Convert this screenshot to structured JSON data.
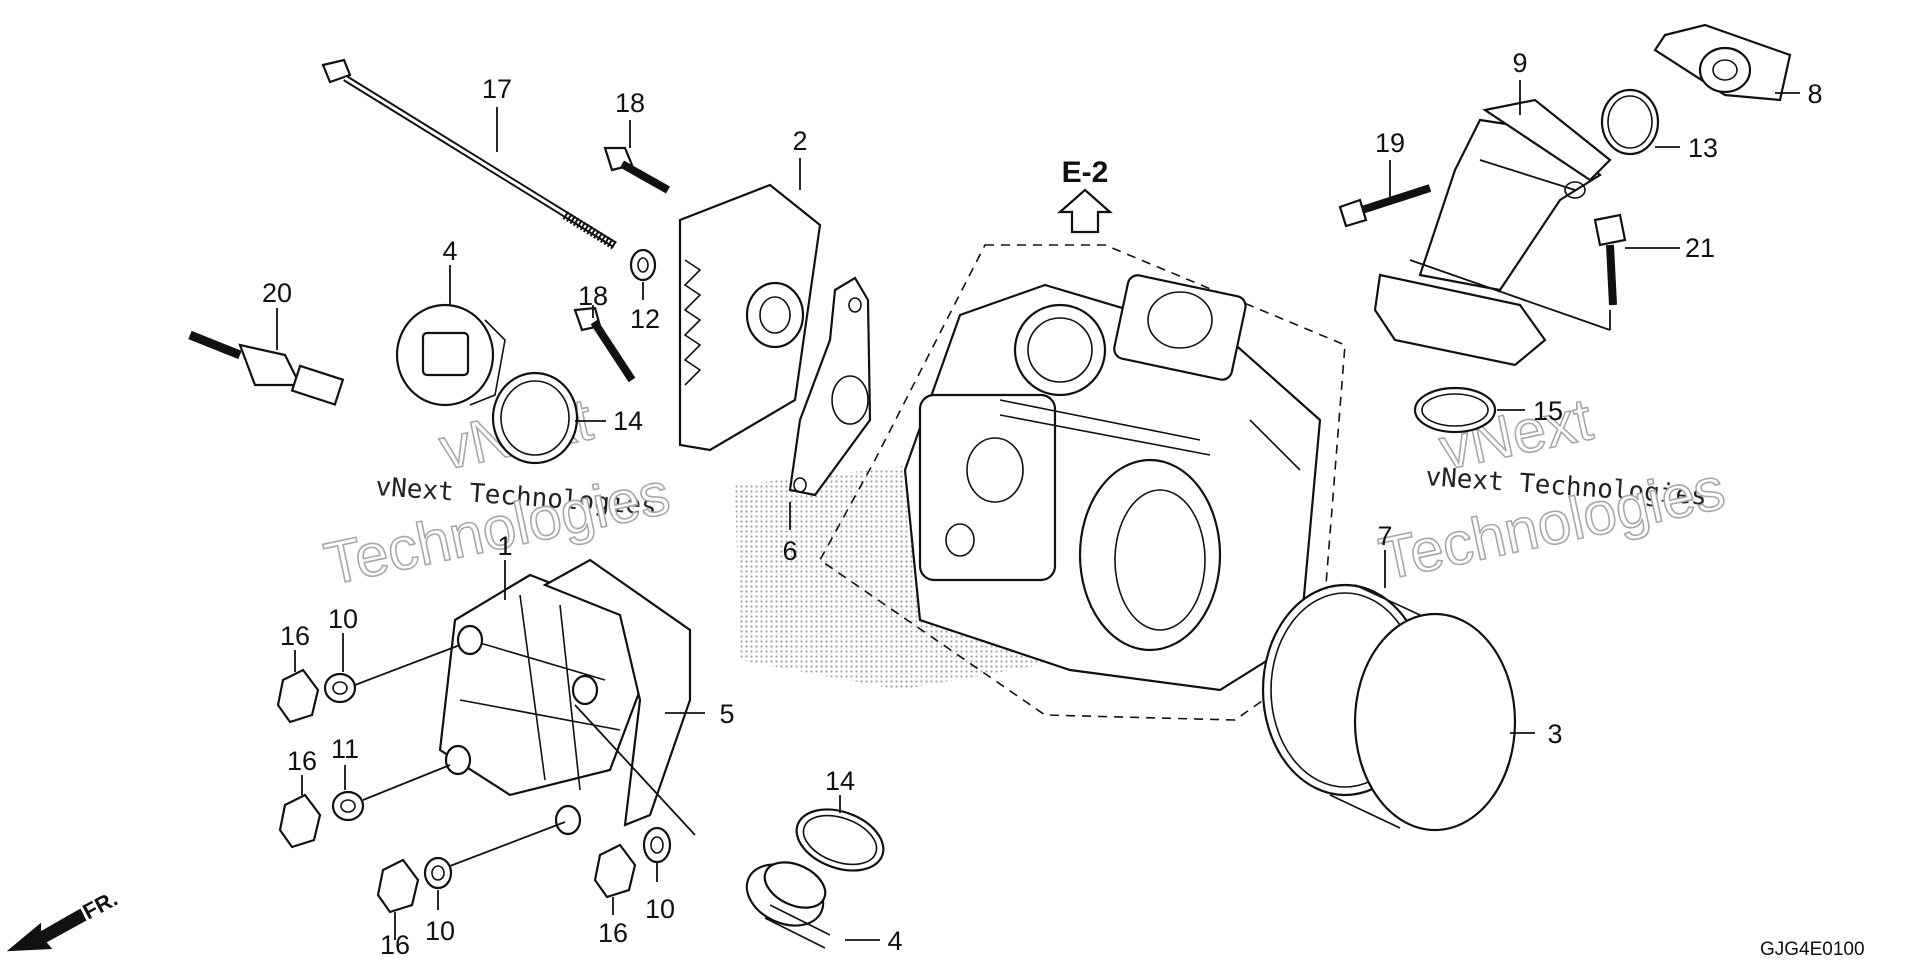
{
  "diagram": {
    "reference_label": "E-2",
    "diagram_code": "GJG4E0100",
    "front_label": "FR.",
    "watermarks": {
      "small_left": "vNext Technologies",
      "small_right": "vNext Technologies",
      "big_left_1": "vNext",
      "big_left_2": "Technologies",
      "big_right_1": "vNext",
      "big_right_2": "Technologies"
    },
    "callouts": {
      "c17": "17",
      "c18a": "18",
      "c18b": "18",
      "c12": "12",
      "c2": "2",
      "c9": "9",
      "c8": "8",
      "c13": "13",
      "c19": "19",
      "c21": "21",
      "c20": "20",
      "c4a": "4",
      "c14a": "14",
      "c15": "15",
      "c6": "6",
      "c1": "1",
      "c16a": "16",
      "c10a": "10",
      "c5": "5",
      "c16b": "16",
      "c11": "11",
      "c7": "7",
      "c3": "3",
      "c14b": "14",
      "c16c": "16",
      "c10b": "10",
      "c16d": "16",
      "c10c": "10",
      "c4b": "4"
    }
  }
}
